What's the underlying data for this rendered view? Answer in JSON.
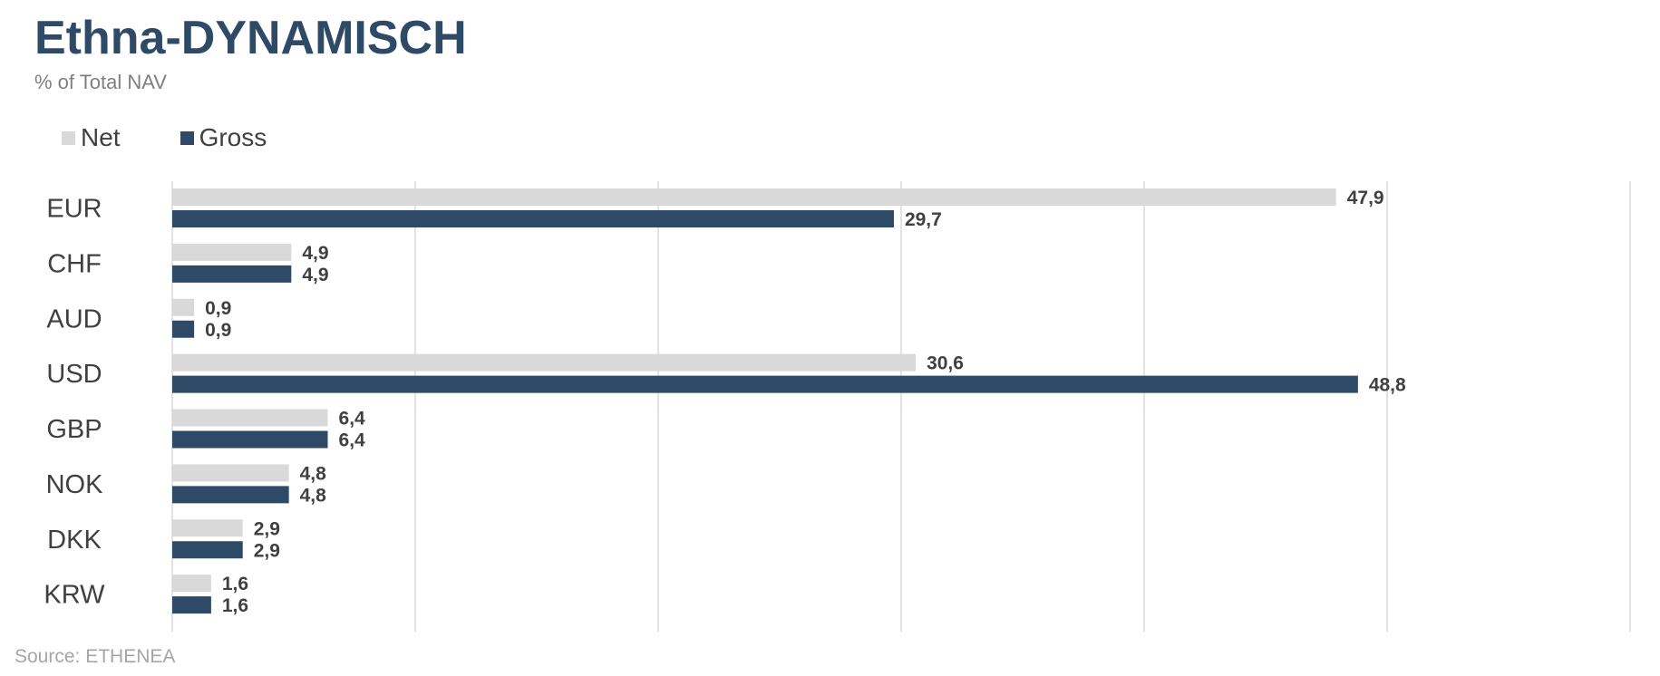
{
  "header": {
    "title": "Ethna-DYNAMISCH",
    "subtitle": "% of Total NAV"
  },
  "footer": {
    "source": "Source: ETHENEA"
  },
  "colors": {
    "net": "#d9d9d9",
    "gross": "#2e4a66",
    "grid": "#d9d9d9"
  },
  "chart_data": {
    "type": "bar",
    "orientation": "horizontal",
    "categories": [
      "EUR",
      "CHF",
      "AUD",
      "USD",
      "GBP",
      "NOK",
      "DKK",
      "KRW"
    ],
    "series": [
      {
        "name": "Net",
        "values": [
          47.9,
          4.9,
          0.9,
          30.6,
          6.4,
          4.8,
          2.9,
          1.6
        ],
        "labels": [
          "47,9",
          "4,9",
          "0,9",
          "30,6",
          "6,4",
          "4,8",
          "2,9",
          "1,6"
        ]
      },
      {
        "name": "Gross",
        "values": [
          29.7,
          4.9,
          0.9,
          48.8,
          6.4,
          4.8,
          2.9,
          1.6
        ],
        "labels": [
          "29,7",
          "4,9",
          "0,9",
          "48,8",
          "6,4",
          "4,8",
          "2,9",
          "1,6"
        ]
      }
    ],
    "xlim": [
      0,
      60
    ],
    "grid": true,
    "legend_position": "top-left"
  }
}
